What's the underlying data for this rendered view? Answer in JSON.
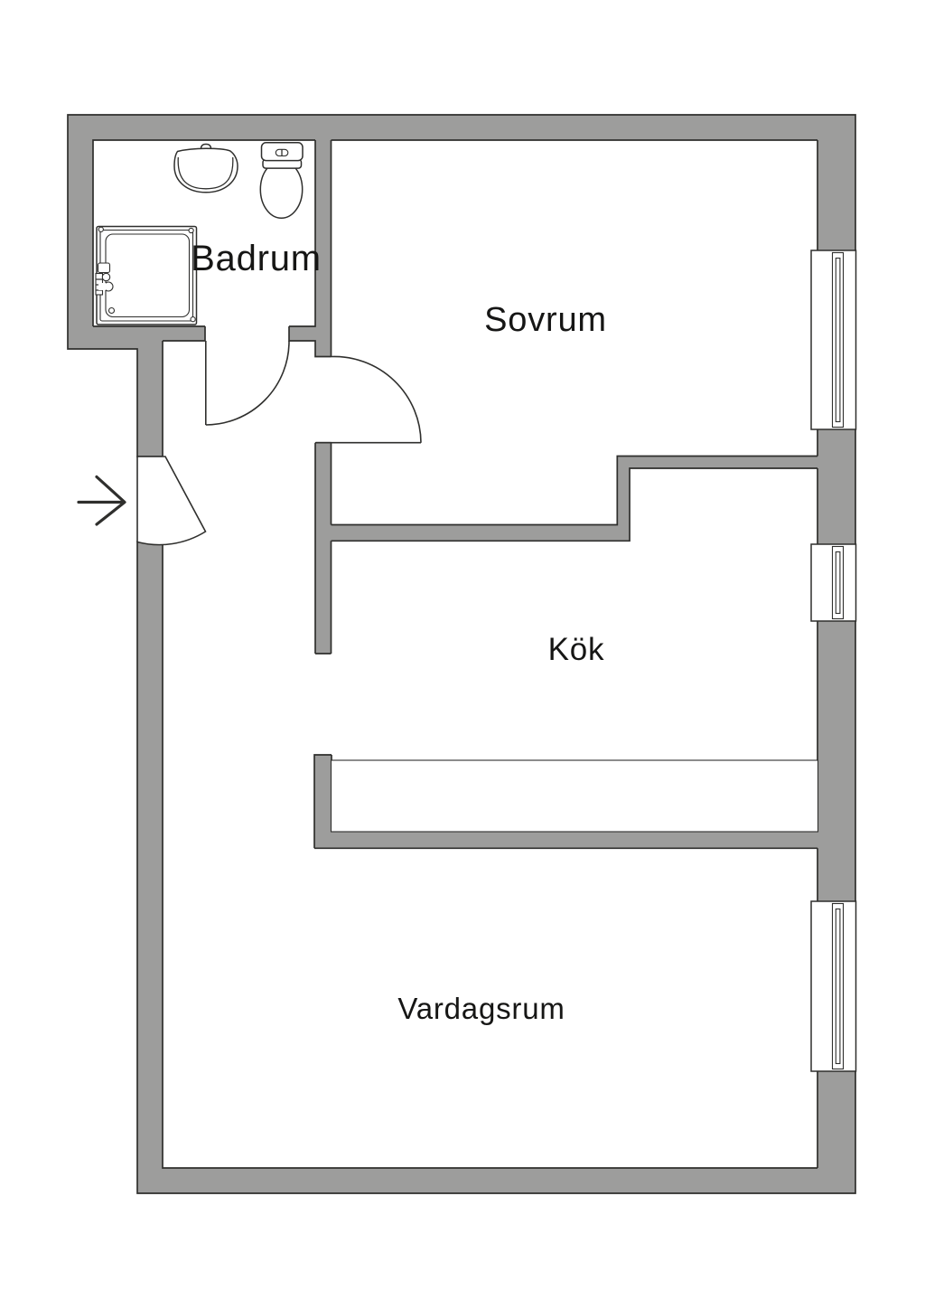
{
  "rooms": {
    "badrum": {
      "label": "Badrum"
    },
    "sovrum": {
      "label": "Sovrum"
    },
    "kok": {
      "label": "Kök"
    },
    "vardagsrum": {
      "label": "Vardagsrum"
    }
  },
  "fixtures": {
    "shower": "shower-cabin",
    "sink": "washbasin",
    "toilet": "toilet",
    "counter": "kitchen-counter",
    "windows": [
      "window-1",
      "window-2",
      "window-3"
    ],
    "doors": [
      "entrance-door",
      "bathroom-door",
      "bedroom-door"
    ],
    "entrance_marker": "entrance-direction-arrow"
  },
  "colors": {
    "wall": "#9d9d9c",
    "line": "#2f2f2d",
    "text": "#161615",
    "background": "#ffffff"
  }
}
